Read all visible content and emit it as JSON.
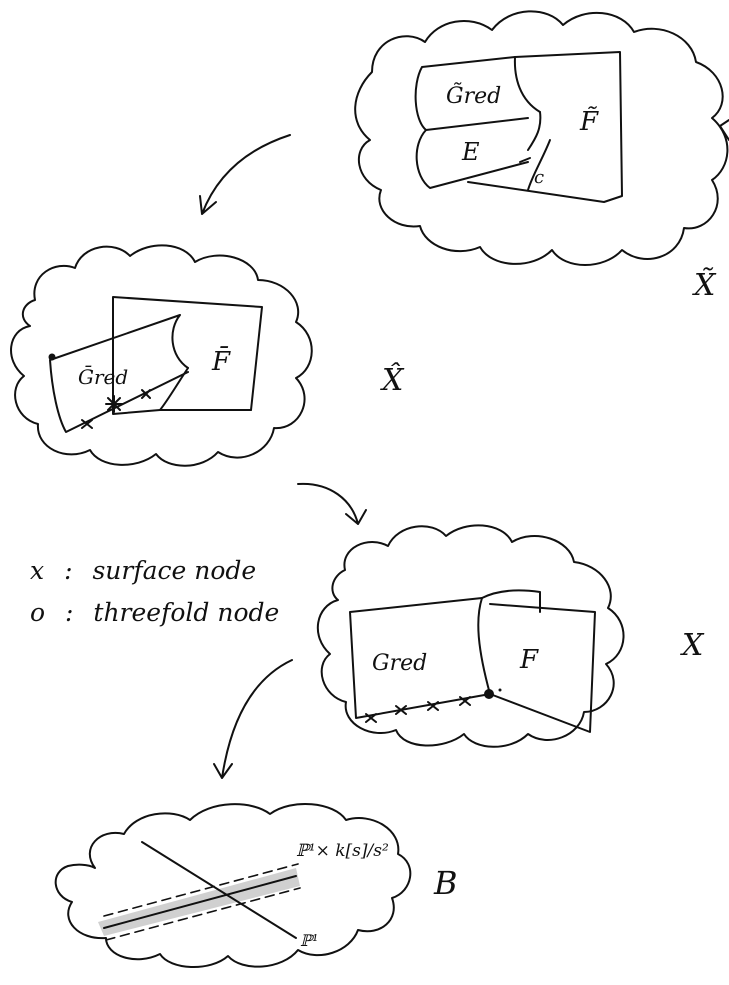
{
  "spaces": {
    "x_tilde": {
      "label": "X̃",
      "regions": {
        "g_red": "G̃red",
        "e": "E",
        "f": "F̃",
        "c": "c"
      }
    },
    "x_hat": {
      "label": "X̂",
      "regions": {
        "g_red": "Ḡred",
        "f": "F̄"
      }
    },
    "x": {
      "label": "X",
      "regions": {
        "g_red": "Gred",
        "f": "F"
      }
    },
    "b": {
      "label": "B",
      "components": {
        "p1_ks": "ℙ¹× k[s]/s²",
        "p1": "ℙ¹"
      }
    }
  },
  "legend": {
    "surface_node": {
      "symbol": "x",
      "sep": ":",
      "text": "surface node"
    },
    "threefold_node": {
      "symbol": "o",
      "sep": ":",
      "text": "threefold node"
    }
  }
}
